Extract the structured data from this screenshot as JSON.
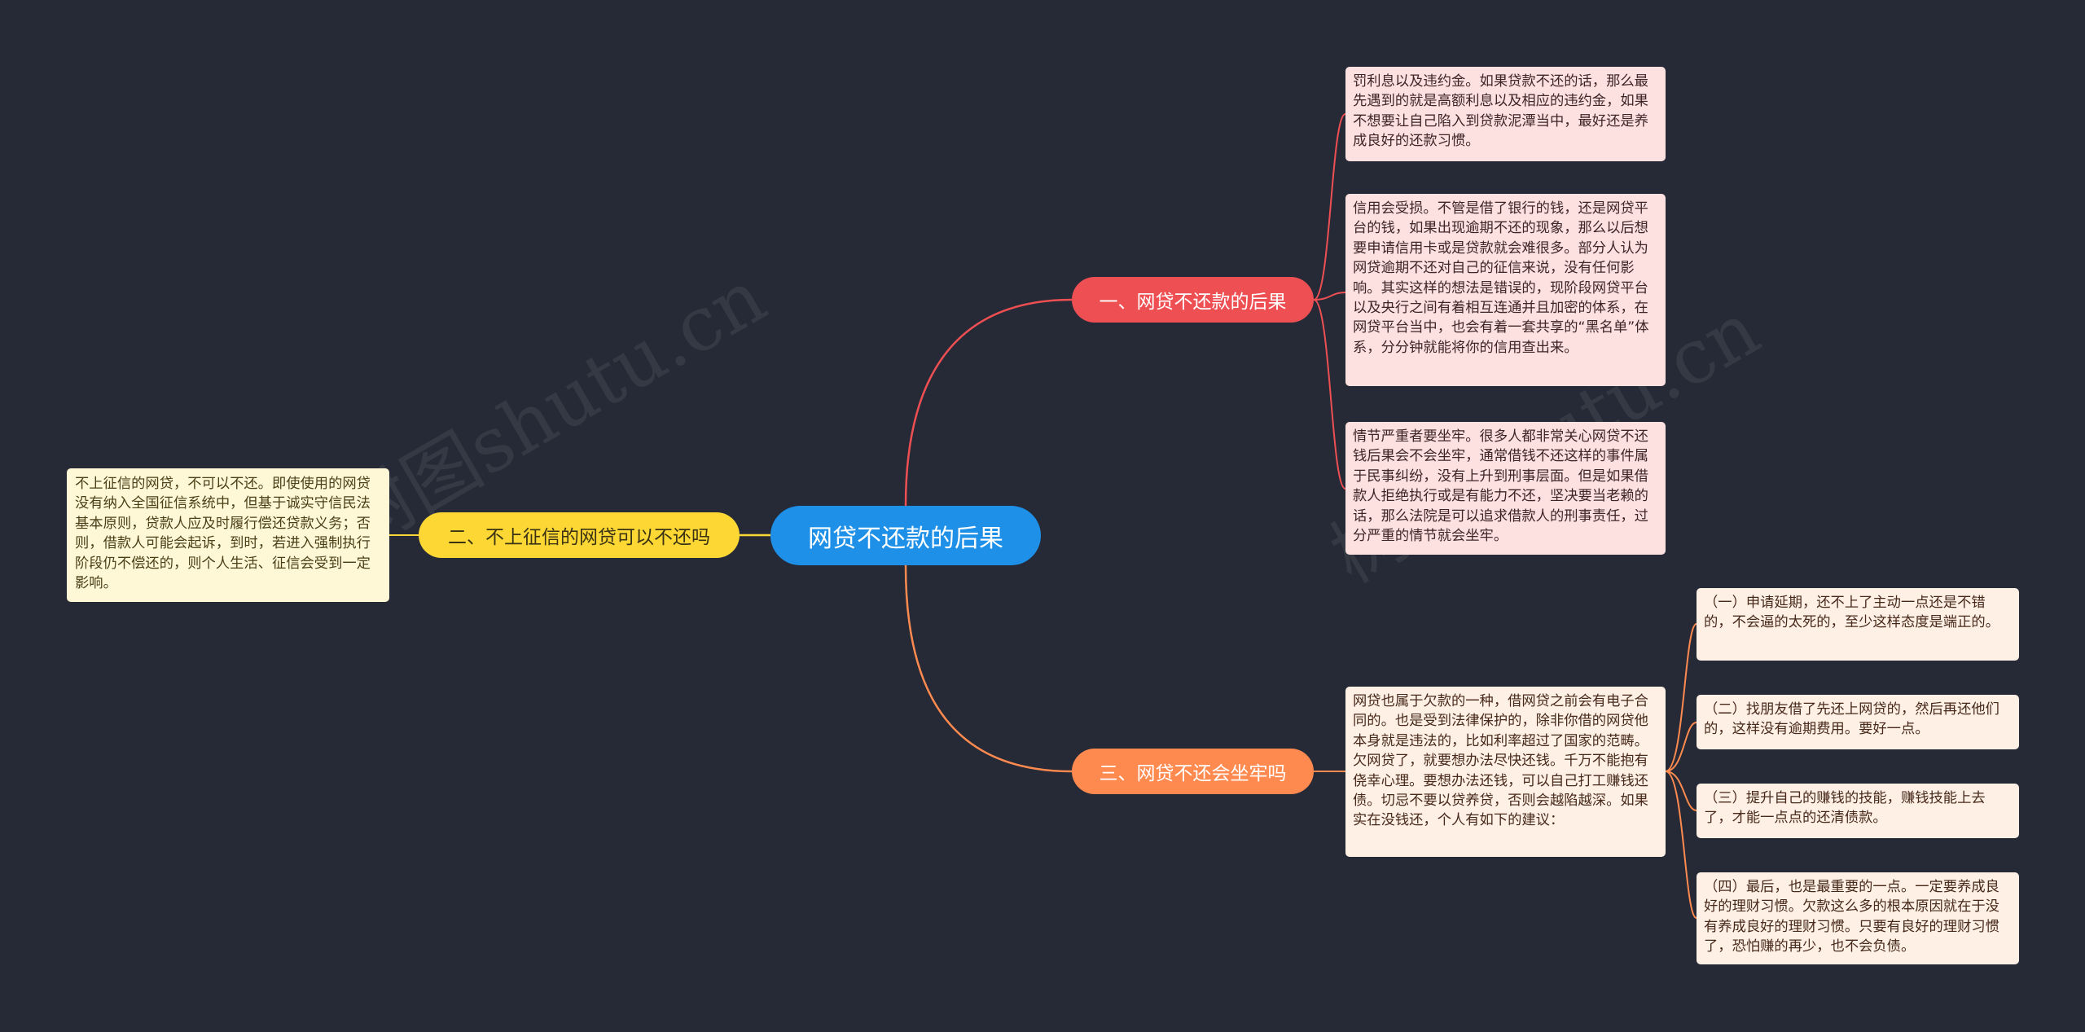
{
  "root": {
    "label": "网贷不还款的后果"
  },
  "branches": {
    "b1": {
      "label": "一、网贷不还款的后果",
      "cards": [
        "罚利息以及违约金。如果贷款不还的话，那么最先遇到的就是高额利息以及相应的违约金，如果不想要让自己陷入到贷款泥潭当中，最好还是养成良好的还款习惯。",
        "信用会受损。不管是借了银行的钱，还是网贷平台的钱，如果出现逾期不还的现象，那么以后想要申请信用卡或是贷款就会难很多。部分人认为网贷逾期不还对自己的征信来说，没有任何影响。其实这样的想法是错误的，现阶段网贷平台以及央行之间有着相互连通并且加密的体系，在网贷平台当中，也会有着一套共享的“黑名单”体系，分分钟就能将你的信用查出来。",
        "情节严重者要坐牢。很多人都非常关心网贷不还钱后果会不会坐牢，通常借钱不还这样的事件属于民事纠纷，没有上升到刑事层面。但是如果借款人拒绝执行或是有能力不还，坚决要当老赖的话，那么法院是可以追求借款人的刑事责任，过分严重的情节就会坐牢。"
      ]
    },
    "b2": {
      "label": "二、不上征信的网贷可以不还吗",
      "cards": [
        "不上征信的网贷，不可以不还。即使使用的网贷没有纳入全国征信系统中，但基于诚实守信民法基本原则，贷款人应及时履行偿还贷款义务；否则，借款人可能会起诉，到时，若进入强制执行阶段仍不偿还的，则个人生活、征信会受到一定影响。"
      ]
    },
    "b3": {
      "label": "三、网贷不还会坐牢吗",
      "cards": [
        "网贷也属于欠款的一种，借网贷之前会有电子合同的。也是受到法律保护的，除非你借的网贷他本身就是违法的，比如利率超过了国家的范畴。欠网贷了，就要想办法尽快还钱。千万不能抱有侥幸心理。要想办法还钱，可以自己打工赚钱还债。切忌不要以贷养贷，否则会越陷越深。如果实在没钱还，个人有如下的建议："
      ],
      "subcards": [
        "（一）申请延期，还不上了主动一点还是不错的，不会逼的太死的，至少这样态度是端正的。",
        "（二）找朋友借了先还上网贷的，然后再还他们的，这样没有逾期费用。要好一点。",
        "（三）提升自己的赚钱的技能，赚钱技能上去了，才能一点点的还清债款。",
        "（四）最后，也是最重要的一点。一定要养成良好的理财习惯。欠款这么多的根本原因就在于没有养成良好的理财习惯。只要有良好的理财习惯了，恐怕赚的再少，也不会负债。"
      ]
    }
  },
  "watermark": "树图shutu.cn",
  "colors": {
    "background": "#252a36",
    "root": "#1e90e8",
    "b1": "#ee4f53",
    "b2": "#fdd835",
    "b3": "#ff8a50"
  }
}
